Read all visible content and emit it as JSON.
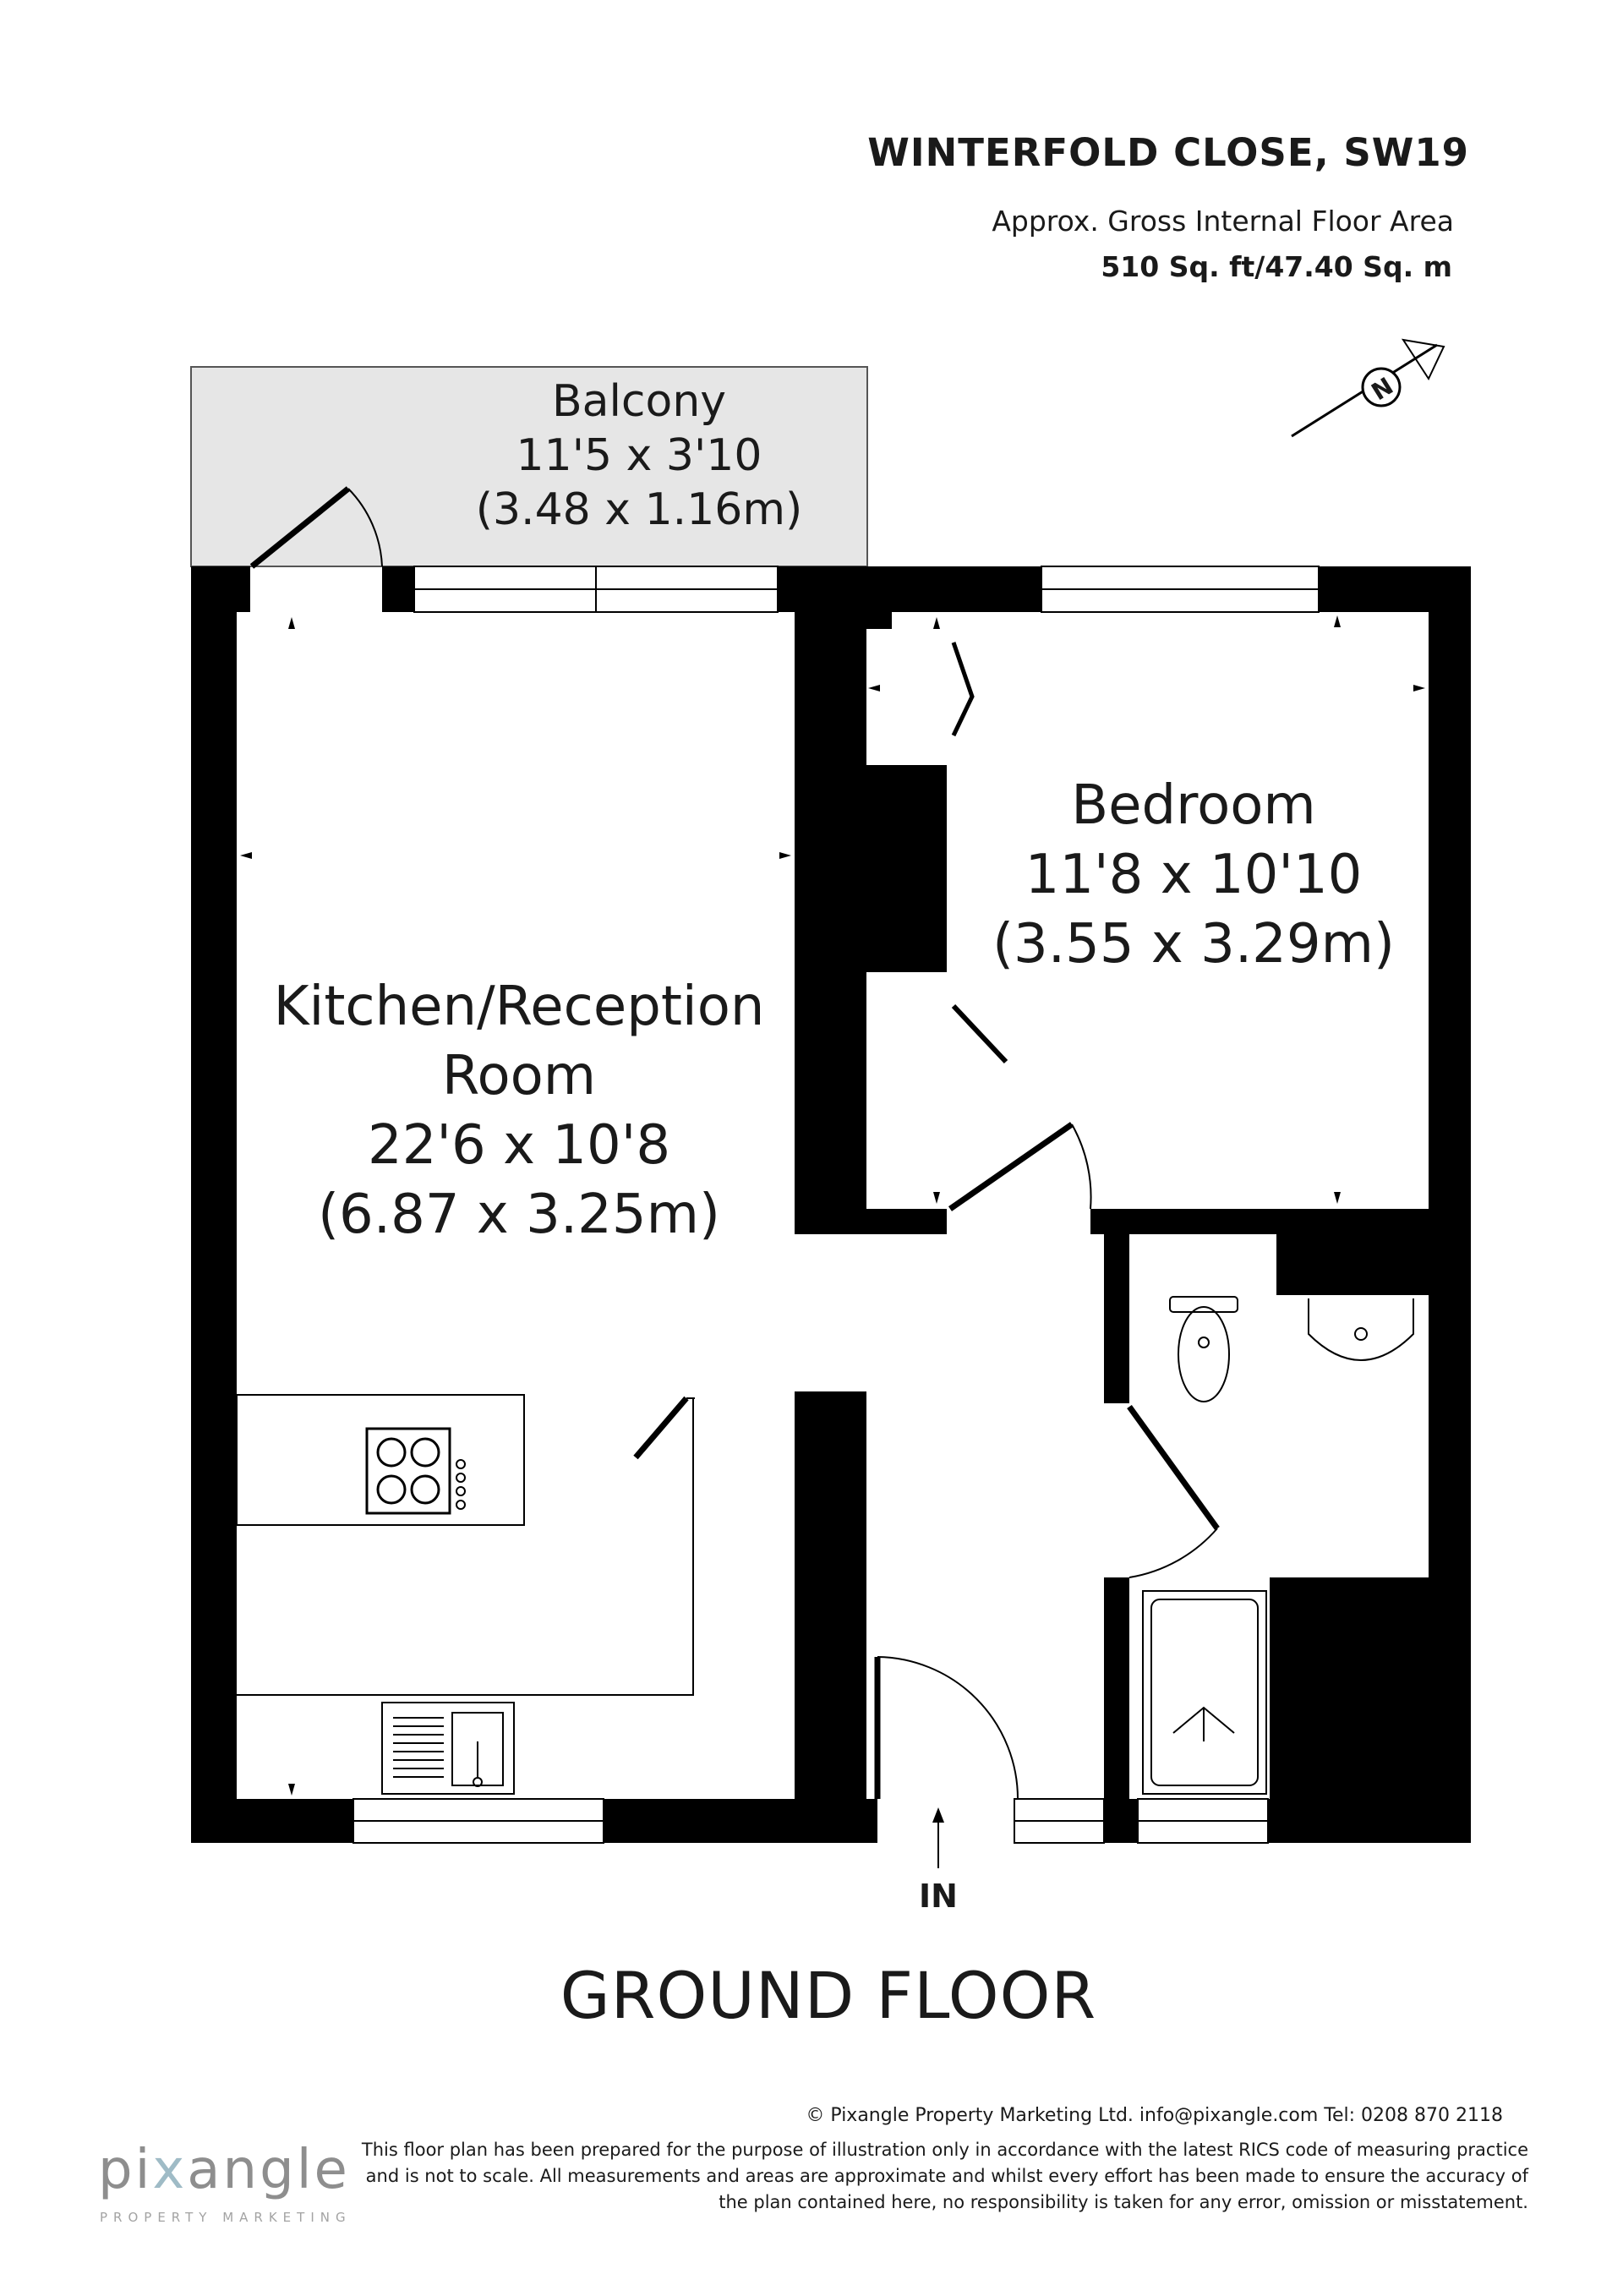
{
  "header": {
    "title": "WINTERFOLD CLOSE, SW19",
    "area_label": "Approx. Gross Internal Floor Area",
    "area_value": "510 Sq. ft/47.40 Sq. m"
  },
  "rooms": {
    "balcony": {
      "name": "Balcony",
      "imperial": "11'5 x 3'10",
      "metric": "(3.48 x 1.16m)"
    },
    "bedroom": {
      "name": "Bedroom",
      "imperial": "11'8 x 10'10",
      "metric": "(3.55 x 3.29m)"
    },
    "kitchen": {
      "name_line1": "Kitchen/Reception",
      "name_line2": "Room",
      "imperial": "22'6 x 10'8",
      "metric": "(6.87 x 3.25m)"
    }
  },
  "compass": {
    "letter": "N"
  },
  "entrance": {
    "label": "IN"
  },
  "floor_label": "GROUND FLOOR",
  "footer": {
    "copyright": "© Pixangle Property Marketing Ltd. info@pixangle.com Tel: 0208 870 2118",
    "disclaimer": "This floor plan has been prepared for the purpose of illustration only in accordance with the latest RICS code of measuring practice and is not to scale. All measurements and areas are approximate and whilst every effort has been made to ensure the accuracy of the plan contained here, no responsibility is taken for any error, omission or misstatement.",
    "logo_prefix": "pi",
    "logo_mid": "x",
    "logo_suffix": "angle",
    "logo_sub": "PROPERTY MARKETING"
  },
  "colors": {
    "wall": "#000000",
    "balcony_fill": "#e6e6e6",
    "logo_accent": "#9fbbc6",
    "text": "#1a1a1a"
  }
}
